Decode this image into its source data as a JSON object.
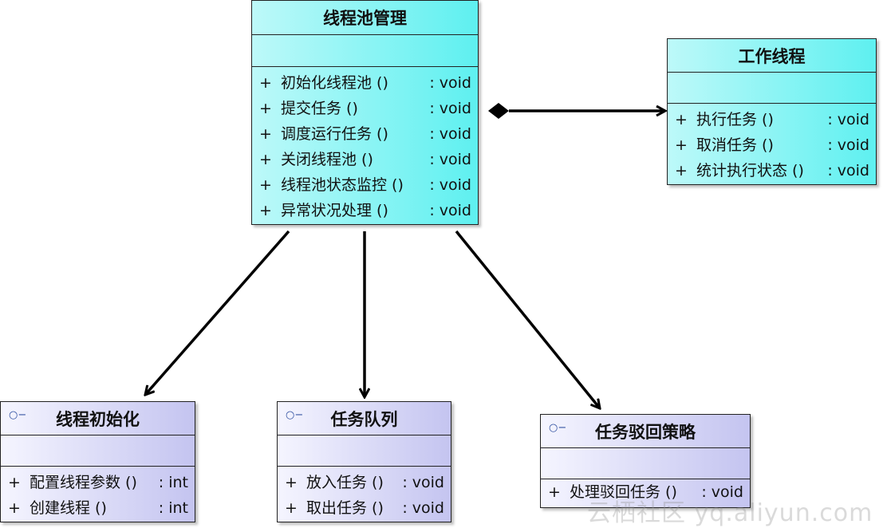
{
  "classes": {
    "thread_pool_manager": {
      "name": "线程池管理",
      "operations": [
        {
          "vis": "+",
          "name": "初始化线程池 ()",
          "type": ": void"
        },
        {
          "vis": "+",
          "name": "提交任务 ()",
          "type": ": void"
        },
        {
          "vis": "+",
          "name": "调度运行任务 ()",
          "type": ": void"
        },
        {
          "vis": "+",
          "name": "关闭线程池 ()",
          "type": ": void"
        },
        {
          "vis": "+",
          "name": "线程池状态监控 ()",
          "type": ": void"
        },
        {
          "vis": "+",
          "name": "异常状况处理 ()",
          "type": ": void"
        }
      ]
    },
    "worker_thread": {
      "name": "工作线程",
      "operations": [
        {
          "vis": "+",
          "name": "执行任务 ()",
          "type": ": void"
        },
        {
          "vis": "+",
          "name": "取消任务 ()",
          "type": ": void"
        },
        {
          "vis": "+",
          "name": "统计执行状态 ()",
          "type": ": void"
        }
      ]
    },
    "thread_init": {
      "name": "线程初始化",
      "operations": [
        {
          "vis": "+",
          "name": "配置线程参数 ()",
          "type": ": int"
        },
        {
          "vis": "+",
          "name": "创建线程 ()",
          "type": ": int"
        }
      ]
    },
    "task_queue": {
      "name": "任务队列",
      "operations": [
        {
          "vis": "+",
          "name": "放入任务 ()",
          "type": ": void"
        },
        {
          "vis": "+",
          "name": "取出任务 ()",
          "type": ": void"
        }
      ]
    },
    "reject_policy": {
      "name": "任务驳回策略",
      "operations": [
        {
          "vis": "+",
          "name": "处理驳回任务 ()",
          "type": ": void"
        }
      ]
    }
  },
  "colors": {
    "cyan_class_fill": "#5ef0f0",
    "lavender_class_fill": "#c4c4f0",
    "line": "#000000"
  },
  "class_icon": "interface-lollipop-icon",
  "watermark": "云栖社区 yq.aliyun.com"
}
